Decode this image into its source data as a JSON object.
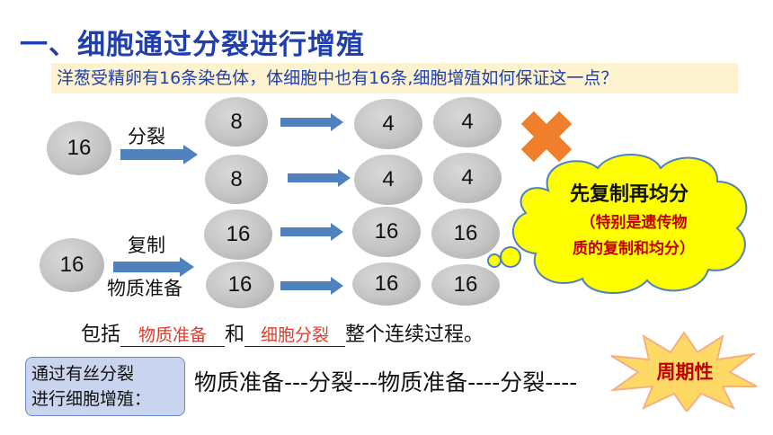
{
  "title": "一、细胞通过分裂进行增殖",
  "question": "洋葱受精卵有16条染色体，体细胞中也有16条,细胞增殖如何保证这一点？",
  "row1": {
    "start": "16",
    "label": "分裂",
    "mid": [
      "8",
      "8"
    ],
    "end": [
      "4",
      "4",
      "4",
      "4"
    ]
  },
  "row2": {
    "start": "16",
    "label_top": "复制",
    "label_bottom": "物质准备",
    "mid": [
      "16",
      "16"
    ],
    "end": [
      "16",
      "16",
      "16",
      "16"
    ]
  },
  "cloud": {
    "line1": "先复制再均分",
    "line2": "（特别是遗传物",
    "line3": "质的复制和均分）"
  },
  "sentence": {
    "prefix": "包括",
    "blank1": "物质准备",
    "middle": "和",
    "blank2": "细胞分裂",
    "suffix": "整个连续过程。"
  },
  "summary": {
    "box_line1": "通过有丝分裂",
    "box_line2": "进行细胞增殖：",
    "cycle": "物质准备---分裂---物质准备----分裂----"
  },
  "badge": "周期性",
  "colors": {
    "title": "#1f3fae",
    "question_bg": "#fdf3cf",
    "arrow": "#4f81bd",
    "cloud": "#ffff00",
    "cross": "#f07f2c",
    "star": "#ffd966",
    "red": "#c00000"
  }
}
